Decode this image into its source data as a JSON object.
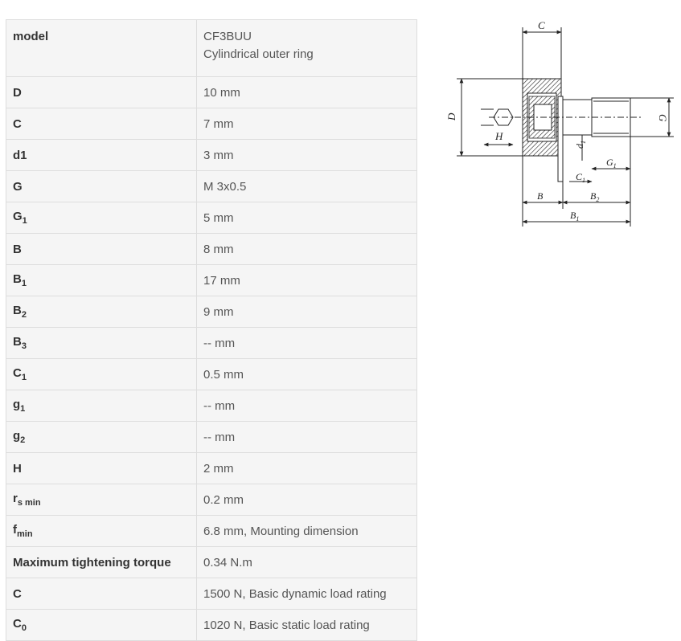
{
  "table": {
    "model": {
      "label": "model",
      "value_line1": "CF3BUU",
      "value_line2": "Cylindrical outer ring"
    },
    "rows": [
      {
        "key": "D",
        "sub": "",
        "value": "10 mm"
      },
      {
        "key": "C",
        "sub": "",
        "value": "7 mm"
      },
      {
        "key": "d1",
        "sub": "",
        "value": "3 mm"
      },
      {
        "key": "G",
        "sub": "",
        "value": "M 3x0.5"
      },
      {
        "key": "G",
        "sub": "1",
        "value": "5 mm"
      },
      {
        "key": "B",
        "sub": "",
        "value": "8 mm"
      },
      {
        "key": "B",
        "sub": "1",
        "value": "17 mm"
      },
      {
        "key": "B",
        "sub": "2",
        "value": "9 mm"
      },
      {
        "key": "B",
        "sub": "3",
        "value": "-- mm"
      },
      {
        "key": "C",
        "sub": "1",
        "value": "0.5 mm"
      },
      {
        "key": "g",
        "sub": "1",
        "value": "-- mm"
      },
      {
        "key": "g",
        "sub": "2",
        "value": "-- mm"
      },
      {
        "key": "H",
        "sub": "",
        "value": "2 mm"
      },
      {
        "key": "r",
        "sub": "s min",
        "value": "0.2 mm"
      },
      {
        "key": "f",
        "sub": "min",
        "value": "6.8 mm, Mounting dimension"
      },
      {
        "key": "Maximum tightening torque",
        "sub": "",
        "value": "0.34 N.m"
      },
      {
        "key": "C",
        "sub": "",
        "value": "1500 N, Basic dynamic load rating"
      },
      {
        "key": "C",
        "sub": "0",
        "value": "1020 N, Basic static load rating"
      }
    ]
  },
  "drawing": {
    "labels": {
      "C": "C",
      "D": "D",
      "G": "G",
      "H": "H",
      "d1": "d",
      "d1_sub": "1",
      "C1": "C",
      "C1_sub": "1",
      "G1": "G",
      "G1_sub": "1",
      "B": "B",
      "B2": "B",
      "B2_sub": "2",
      "B1": "B",
      "B1_sub": "1"
    }
  }
}
